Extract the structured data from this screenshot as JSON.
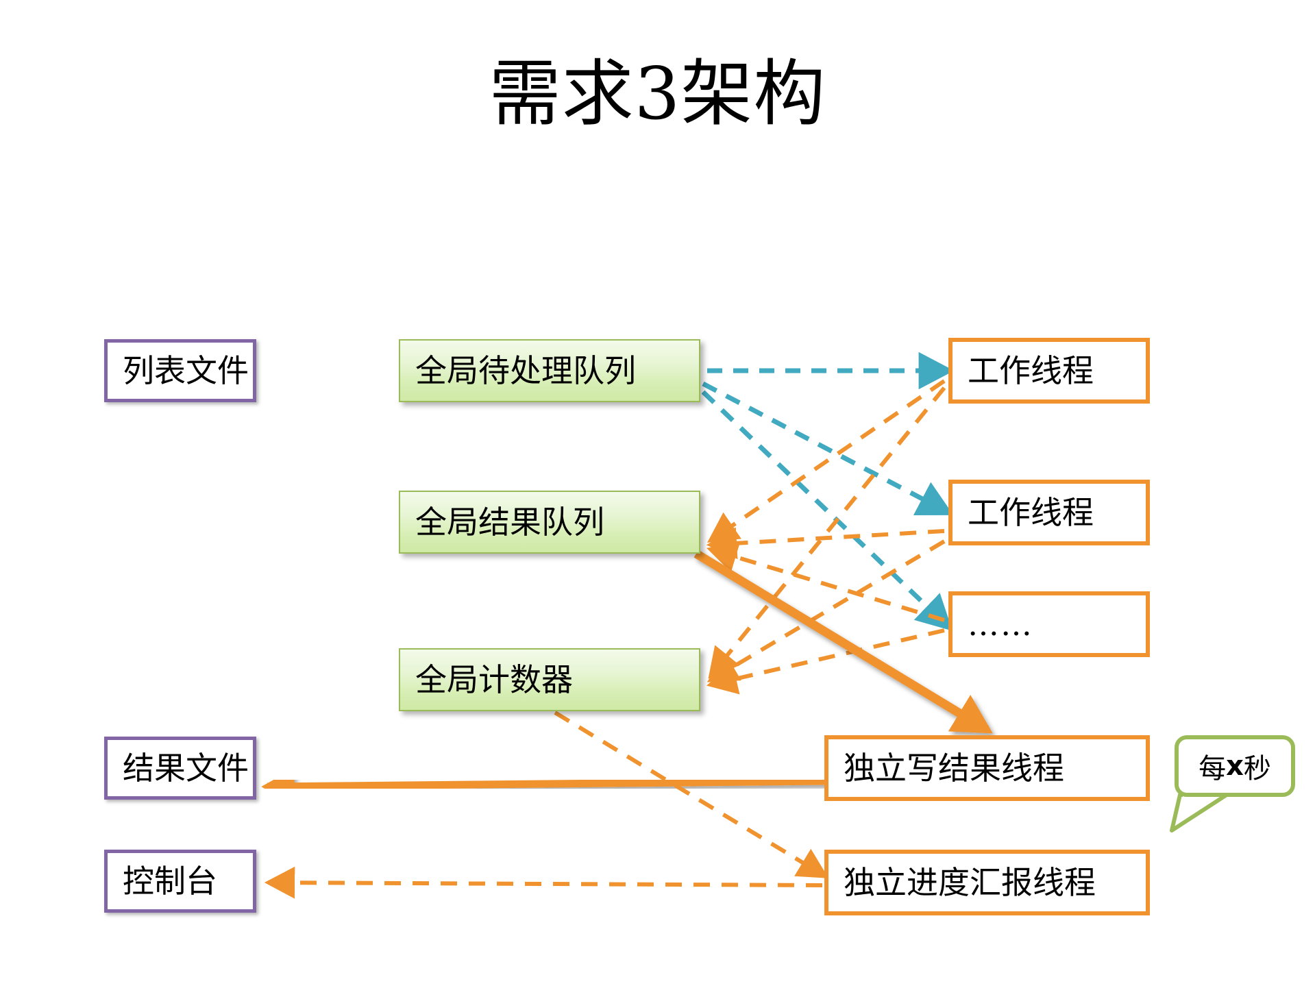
{
  "slide": {
    "title": "需求3架构",
    "background": "#ffffff"
  },
  "colors": {
    "purple_border": "#8165A4",
    "orange_border": "#F0932F",
    "green_border": "#9BBB59",
    "green_fill": "#d7eeb4",
    "teal_arrow": "#41A9C0",
    "orange_arrow": "#F0932F",
    "text": "#000000"
  },
  "nodes": {
    "list_file": {
      "label": "列表文件",
      "style": "purple"
    },
    "pending_queue": {
      "label": "全局待处理队列",
      "style": "green"
    },
    "result_queue": {
      "label": "全局结果队列",
      "style": "green"
    },
    "global_counter": {
      "label": "全局计数器",
      "style": "green"
    },
    "worker_thread_1": {
      "label": "工作线程",
      "style": "orange"
    },
    "worker_thread_2": {
      "label": "工作线程",
      "style": "orange"
    },
    "worker_thread_more": {
      "label": "……",
      "style": "orange"
    },
    "result_file": {
      "label": "结果文件",
      "style": "purple"
    },
    "console": {
      "label": "控制台",
      "style": "purple"
    },
    "writer_thread": {
      "label": "独立写结果线程",
      "style": "orange"
    },
    "reporter_thread": {
      "label": "独立进度汇报线程",
      "style": "orange"
    }
  },
  "callout": {
    "text_before": "每",
    "text_var": "x",
    "text_after": "秒"
  },
  "chart_data": {
    "type": "diagram",
    "title": "需求3架构",
    "node_labels": [
      "列表文件",
      "全局待处理队列",
      "工作线程",
      "工作线程",
      "……",
      "全局结果队列",
      "全局计数器",
      "结果文件",
      "控制台",
      "独立写结果线程",
      "独立进度汇报线程",
      "每x秒"
    ],
    "edges": [
      {
        "from": "列表文件",
        "to": "全局待处理队列",
        "style": "solid",
        "color": "#41A9C0"
      },
      {
        "from": "全局待处理队列",
        "to": "工作线程",
        "style": "dashed",
        "color": "#41A9C0"
      },
      {
        "from": "全局待处理队列",
        "to": "工作线程",
        "style": "dashed",
        "color": "#41A9C0"
      },
      {
        "from": "全局待处理队列",
        "to": "……",
        "style": "dashed",
        "color": "#41A9C0"
      },
      {
        "from": "工作线程",
        "to": "全局结果队列",
        "style": "dashed",
        "color": "#F0932F"
      },
      {
        "from": "工作线程",
        "to": "全局结果队列",
        "style": "dashed",
        "color": "#F0932F"
      },
      {
        "from": "……",
        "to": "全局结果队列",
        "style": "dashed",
        "color": "#F0932F"
      },
      {
        "from": "工作线程",
        "to": "全局计数器",
        "style": "dashed",
        "color": "#F0932F"
      },
      {
        "from": "工作线程",
        "to": "全局计数器",
        "style": "dashed",
        "color": "#F0932F"
      },
      {
        "from": "……",
        "to": "全局计数器",
        "style": "dashed",
        "color": "#F0932F"
      },
      {
        "from": "全局结果队列",
        "to": "独立写结果线程",
        "style": "solid",
        "color": "#F0932F"
      },
      {
        "from": "独立写结果线程",
        "to": "结果文件",
        "style": "solid",
        "color": "#F0932F"
      },
      {
        "from": "全局计数器",
        "to": "独立进度汇报线程",
        "style": "dashed",
        "color": "#F0932F"
      },
      {
        "from": "独立进度汇报线程",
        "to": "控制台",
        "style": "dashed",
        "color": "#F0932F"
      }
    ]
  }
}
